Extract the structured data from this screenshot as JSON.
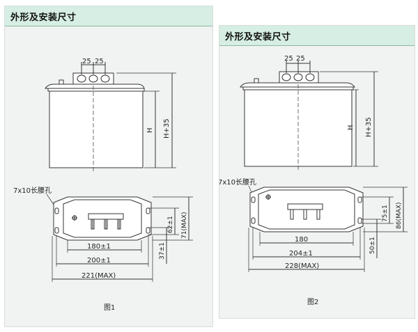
{
  "fig1": {
    "header": "外形及安装尺寸",
    "terminal_pitch": [
      "25",
      "25"
    ],
    "height_label": "H",
    "height_total_label": "H+35",
    "slot_label": "7x10长腰孔",
    "dim_inner": "180±1",
    "dim_mid": "200±1",
    "dim_outer": "221(MAX)",
    "dim_v1": "62±1",
    "dim_v2": "71(MAX)",
    "dim_v3": "37±1",
    "caption": "图1"
  },
  "fig2": {
    "header": "外形及安装尺寸",
    "terminal_pitch": [
      "25",
      "25"
    ],
    "height_label": "H",
    "height_total_label": "H+35",
    "slot_label": "7x10长腰孔",
    "dim_inner": "180",
    "dim_mid": "204±1",
    "dim_outer": "228(MAX)",
    "dim_v1": "75±1",
    "dim_v2": "86(MAX)",
    "dim_v3": "50±1",
    "caption": "图2"
  },
  "colors": {
    "header_bg": "#d6eee3",
    "panel_bg": "#f1f3f2",
    "line": "#333333"
  }
}
